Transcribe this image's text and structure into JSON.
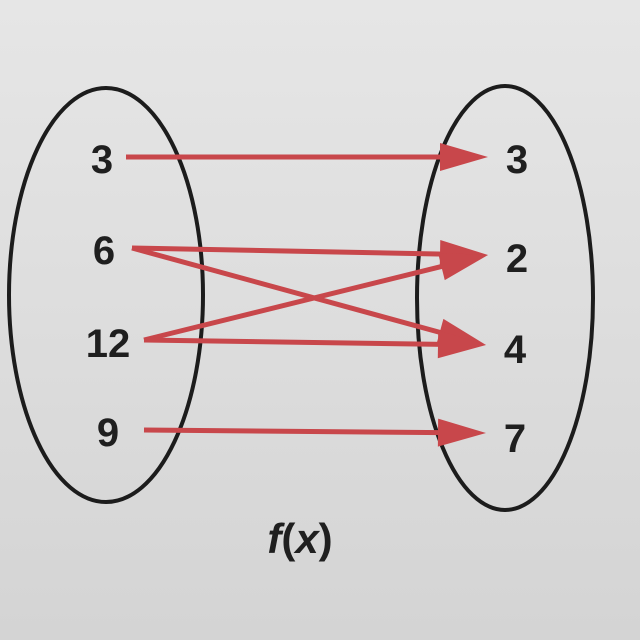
{
  "domain": [
    {
      "id": "d-3",
      "label": "3"
    },
    {
      "id": "d-6",
      "label": "6"
    },
    {
      "id": "d-12",
      "label": "12"
    },
    {
      "id": "d-9",
      "label": "9"
    }
  ],
  "range": [
    {
      "id": "r-3",
      "label": "3"
    },
    {
      "id": "r-2",
      "label": "2"
    },
    {
      "id": "r-4",
      "label": "4"
    },
    {
      "id": "r-7",
      "label": "7"
    }
  ],
  "mappings": [
    {
      "from": "3",
      "to": "3"
    },
    {
      "from": "6",
      "to": "2"
    },
    {
      "from": "6",
      "to": "4"
    },
    {
      "from": "12",
      "to": "2"
    },
    {
      "from": "12",
      "to": "4"
    },
    {
      "from": "9",
      "to": "7"
    }
  ],
  "caption": {
    "func": "f",
    "open": "(",
    "var": "x",
    "close": ")"
  },
  "colors": {
    "arrow": "#c8474b",
    "outline": "#1c1c1c",
    "text": "#1f1f1f"
  }
}
